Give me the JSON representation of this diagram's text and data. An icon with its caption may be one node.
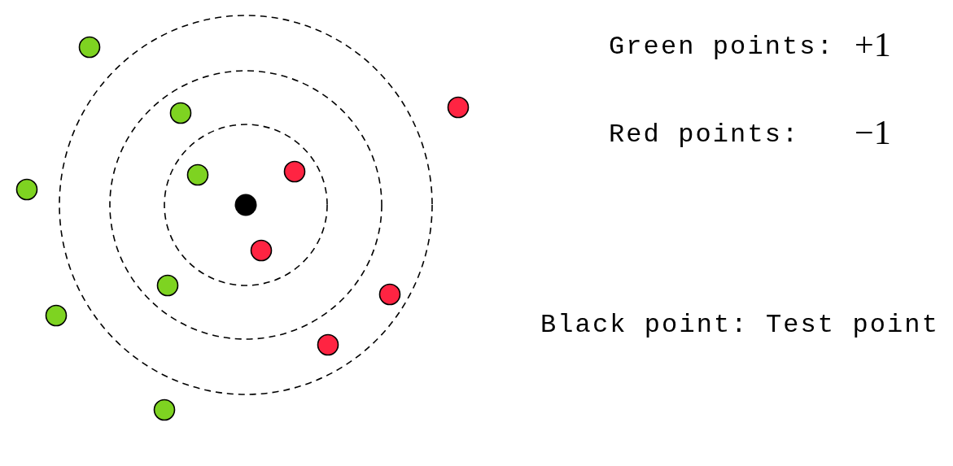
{
  "diagram": {
    "labels": [
      "Green points:",
      "+1",
      "Red points:",
      "−1",
      "Black point: Test point"
    ]
  }
}
